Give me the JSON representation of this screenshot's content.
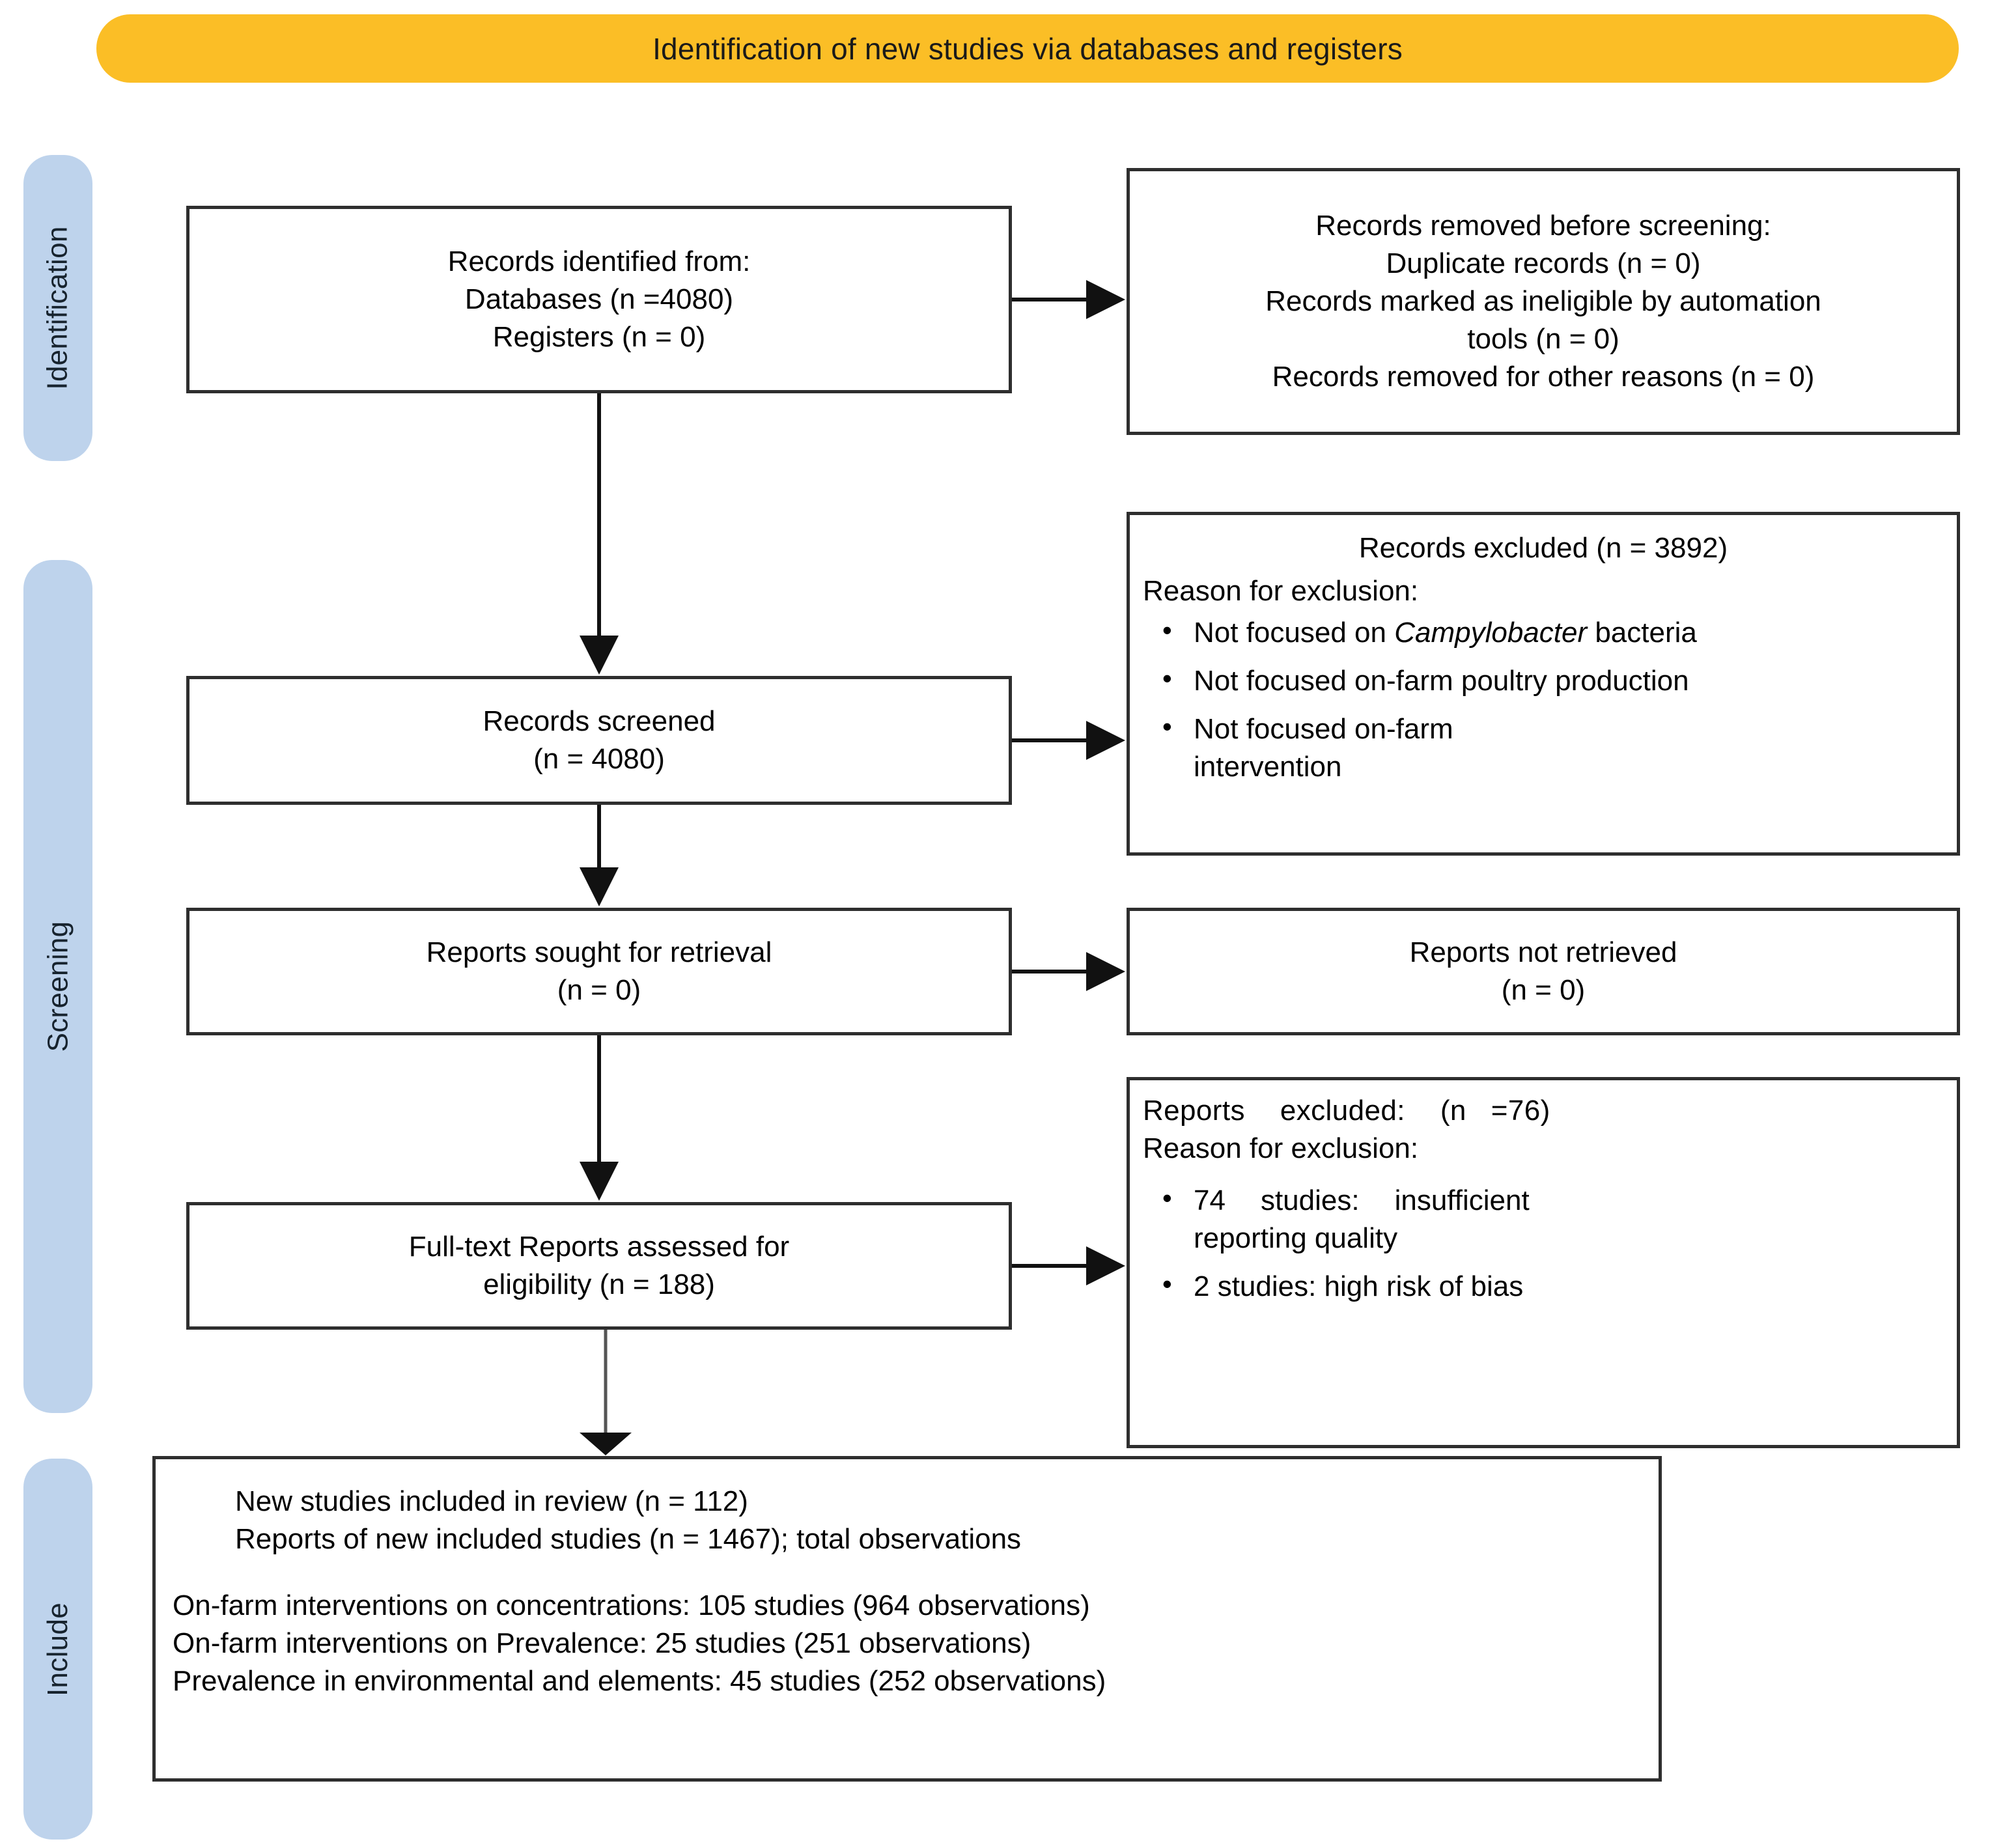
{
  "banner": {
    "title": "Identification of new studies via databases and registers",
    "color": "#FBBE26"
  },
  "stages": {
    "color": "#BED3EC",
    "identification": "Identification",
    "screening": "Screening",
    "include": "Include"
  },
  "boxes": {
    "identified": {
      "line1": "Records identified from:",
      "line2": "Databases (n =4080)",
      "line3": "Registers (n = 0)"
    },
    "removed": {
      "line1": "Records removed before screening:",
      "line2": "Duplicate records (n = 0)",
      "line3": "Records marked as ineligible by automation",
      "line4": "tools (n = 0)",
      "line5": "Records removed for other reasons (n = 0)"
    },
    "screened": {
      "line1": "Records screened",
      "line2": "(n = 4080)"
    },
    "records_excluded": {
      "heading": "Records excluded (n = 3892)",
      "reason_label": "Reason for exclusion:",
      "reasons": [
        "Not focused on Campylobacter bacteria",
        "Not focused on-farm poultry production",
        "Not focused on-farm intervention"
      ],
      "reason1_pre": "Not focused on ",
      "reason1_italic": "Campylobacter",
      "reason1_post": " bacteria",
      "reason2": "Not focused on-farm poultry production",
      "reason3a": "Not focused on-farm",
      "reason3b": "intervention"
    },
    "sought": {
      "line1": "Reports sought for retrieval",
      "line2": "(n = 0)"
    },
    "not_retrieved": {
      "line1": "Reports not retrieved",
      "line2": "(n = 0)"
    },
    "fulltext": {
      "line1": "Full-text Reports assessed for",
      "line2": "eligibility (n = 188)"
    },
    "reports_excluded": {
      "heading_a": "Reports",
      "heading_b": "excluded:",
      "heading_c": "(n",
      "heading_d": "=76)",
      "reason_label": "Reason for exclusion:",
      "reason1a": "74",
      "reason1b": "studies:",
      "reason1c": "insufficient",
      "reason1d": "reporting quality",
      "reason2": "2 studies: high risk of bias"
    },
    "included": {
      "line1": "New studies included in review (n = 112)",
      "line2": "Reports of new included studies (n = 1467); total observations",
      "line3": "On-farm interventions on concentrations: 105 studies (964 observations)",
      "line4": "On-farm interventions on Prevalence: 25 studies (251 observations)",
      "line5": "Prevalence in environmental and elements: 45 studies (252 observations)"
    }
  },
  "connectors": {
    "stroke": "#2e2e2e"
  }
}
